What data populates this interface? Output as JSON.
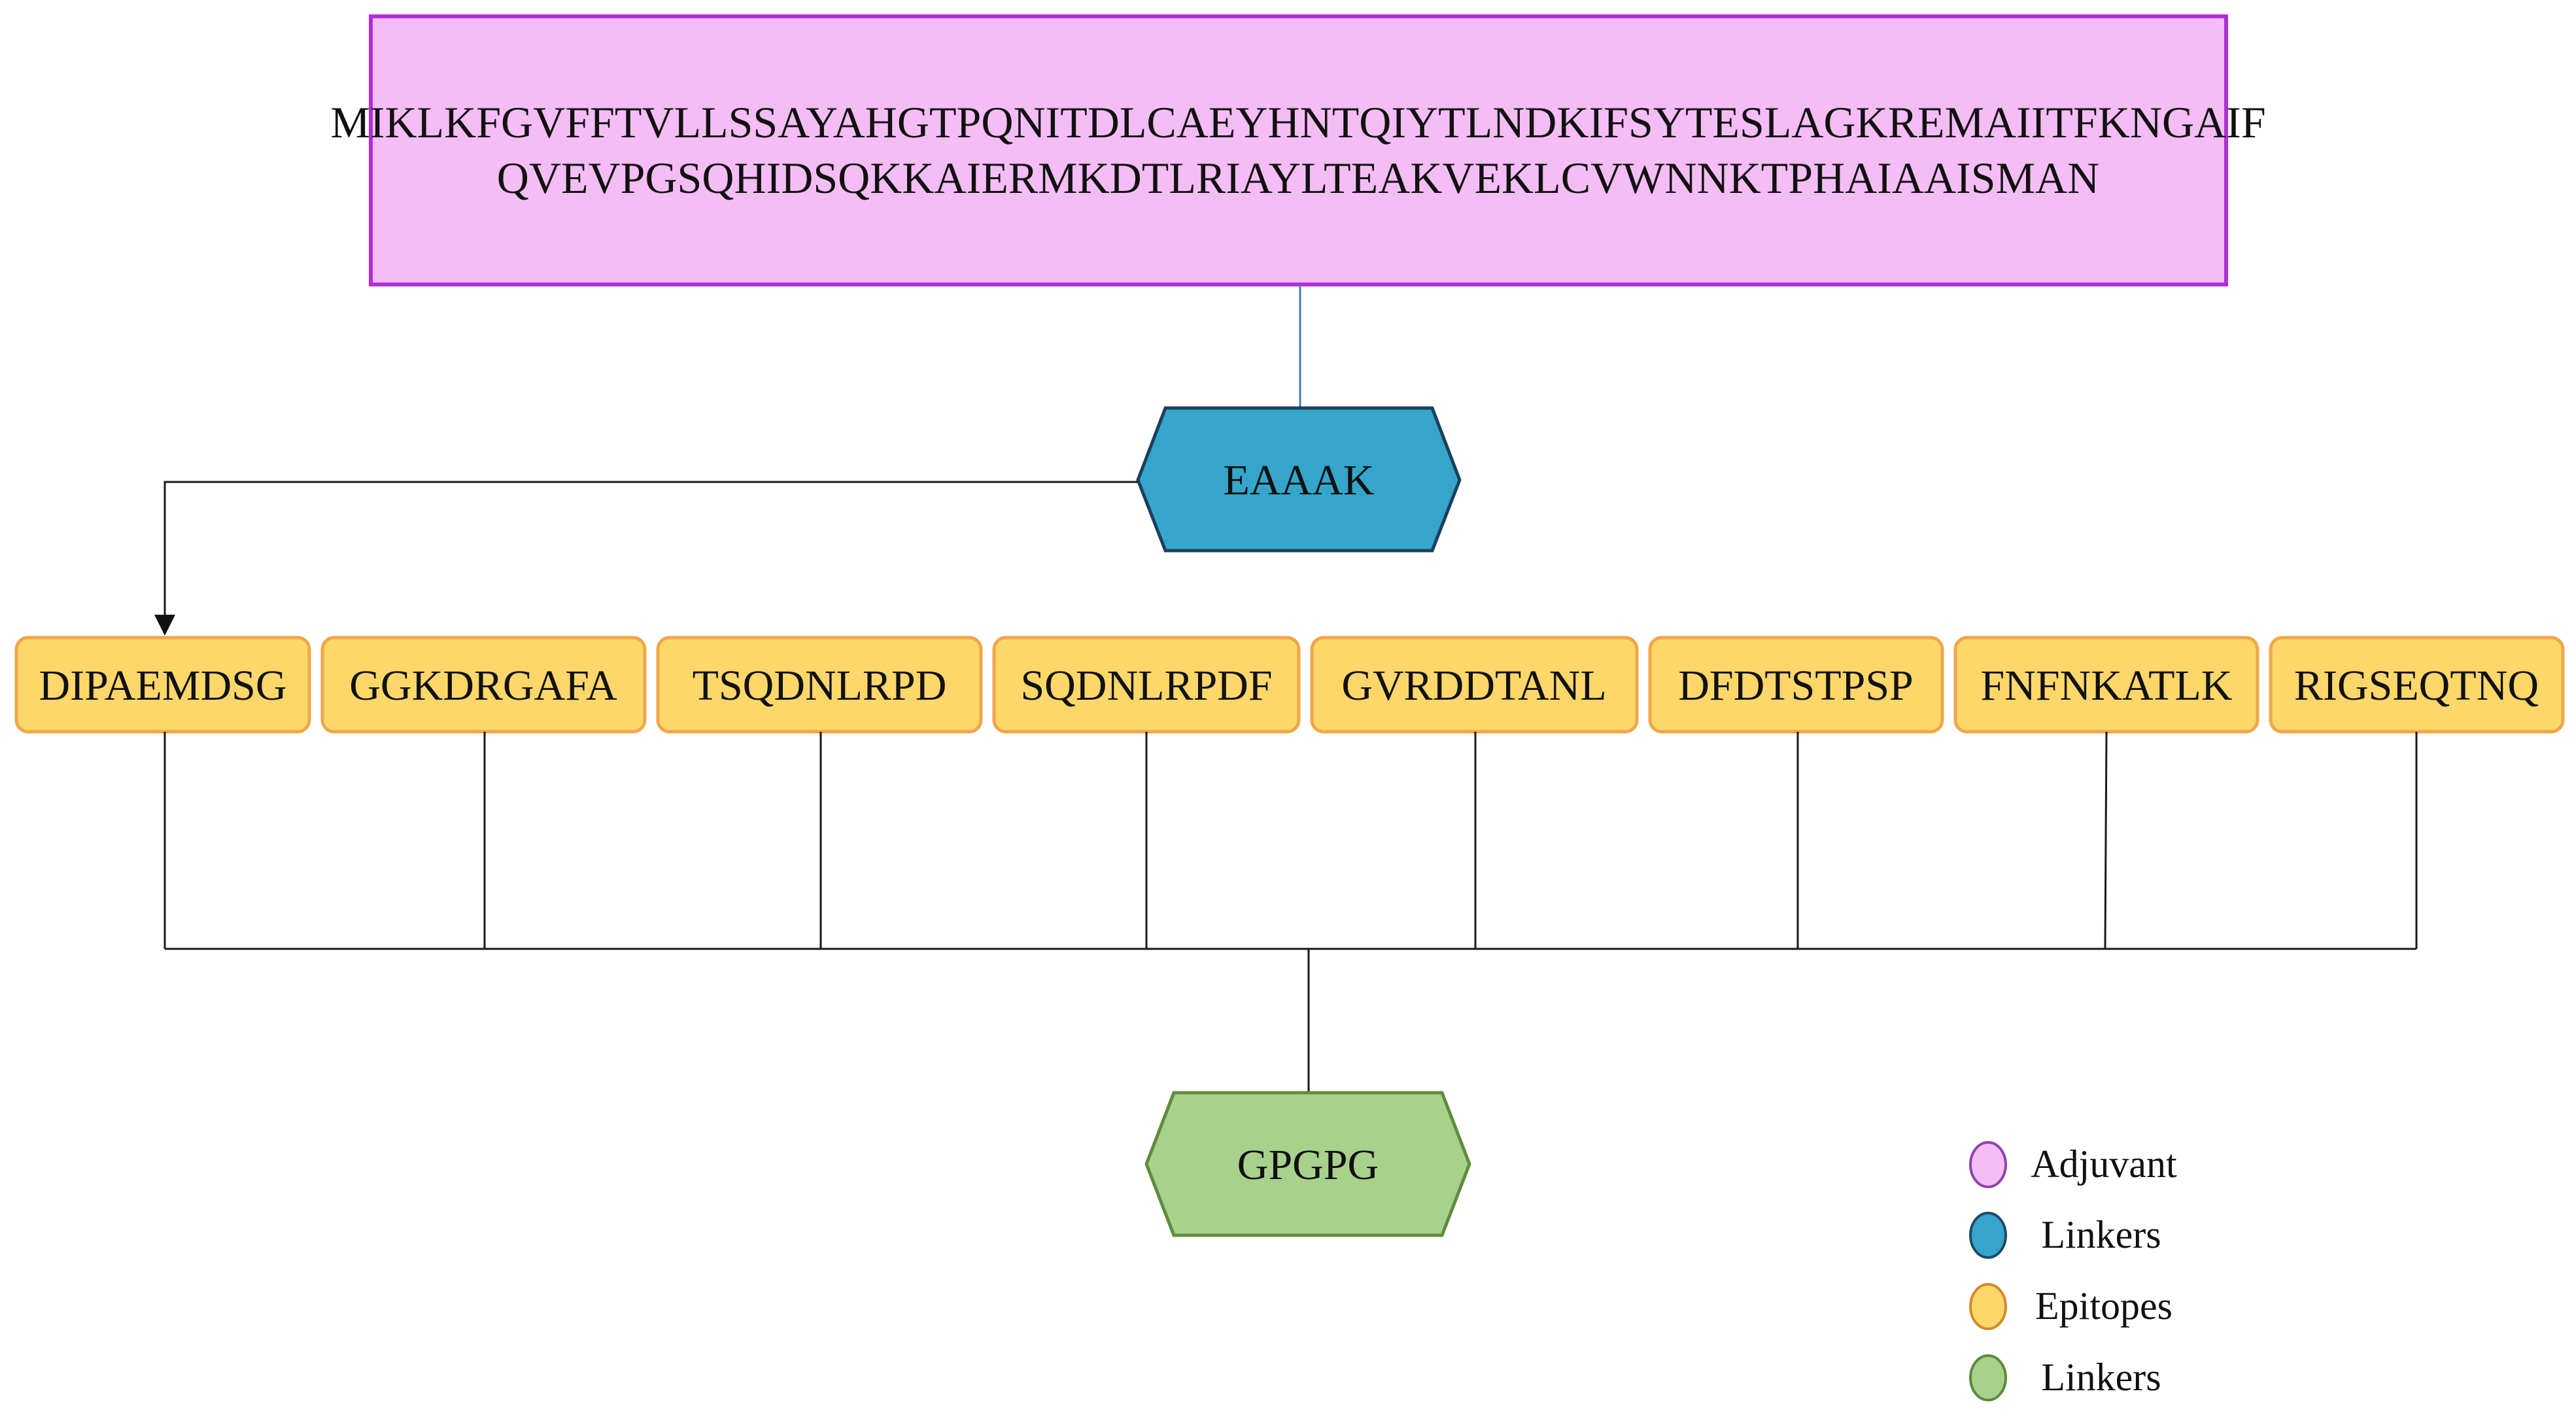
{
  "adjuvant": {
    "lines": [
      "MIKLKFGVFFTVLLSSAYAHGTPQNITDLCAEYHNTQIYTLNDKIFSYTESLAGKREMAIITFKNGAIF",
      "QVEVPGSQHIDSQKKAIERMKDTLRIAYLTEAKVEKLCVWNNKTPHAIAAISMAN"
    ]
  },
  "linker_top": {
    "label": "EAAAK"
  },
  "epitopes": [
    {
      "label": "DIPAEMDSG"
    },
    {
      "label": "GGKDRGAFA"
    },
    {
      "label": "TSQDNLRPD"
    },
    {
      "label": "SQDNLRPDF"
    },
    {
      "label": "GVRDDTANL"
    },
    {
      "label": "DFDTSTPSP"
    },
    {
      "label": "FNFNKATLK"
    },
    {
      "label": "RIGSEQTNQ"
    }
  ],
  "linker_bottom": {
    "label": "GPGPG"
  },
  "legend": [
    {
      "label": "Adjuvant",
      "color": "#f5bdf5",
      "stroke": "#8e44ad"
    },
    {
      "label": "Linkers",
      "color": "#35a5cc",
      "stroke": "#1e4a66"
    },
    {
      "label": "Epitopes",
      "color": "#fdd76a",
      "stroke": "#d28a2a"
    },
    {
      "label": "Linkers",
      "color": "#a8d18c",
      "stroke": "#5d8a3c"
    }
  ],
  "colors": {
    "adjuvant_fill": "#f5bdf5",
    "adjuvant_stroke": "#b12fd6",
    "linker_top_fill": "#35a5cc",
    "linker_top_stroke": "#1c3f5e",
    "linker_bottom_fill": "#a8d18c",
    "linker_bottom_stroke": "#5f8c3e",
    "epitope_fill": "#fdd76a",
    "epitope_stroke": "#f0a64a"
  }
}
